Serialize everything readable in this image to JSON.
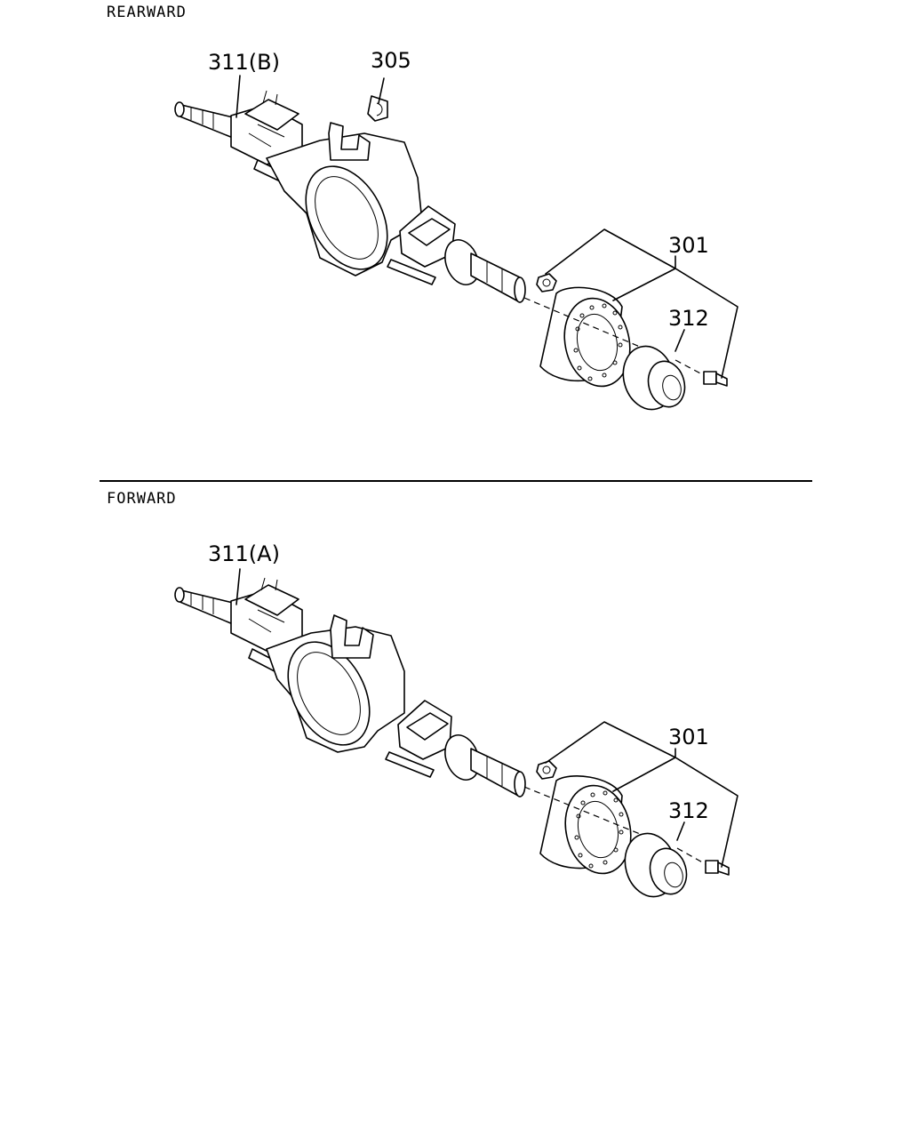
{
  "sections": [
    {
      "title": "REARWARD",
      "callouts": {
        "axle_housing": "311(B)",
        "clip": "305",
        "brake_drum": "301",
        "hub": "312"
      }
    },
    {
      "title": "FORWARD",
      "callouts": {
        "axle_housing": "311(A)",
        "brake_drum": "301",
        "hub": "312"
      }
    }
  ]
}
